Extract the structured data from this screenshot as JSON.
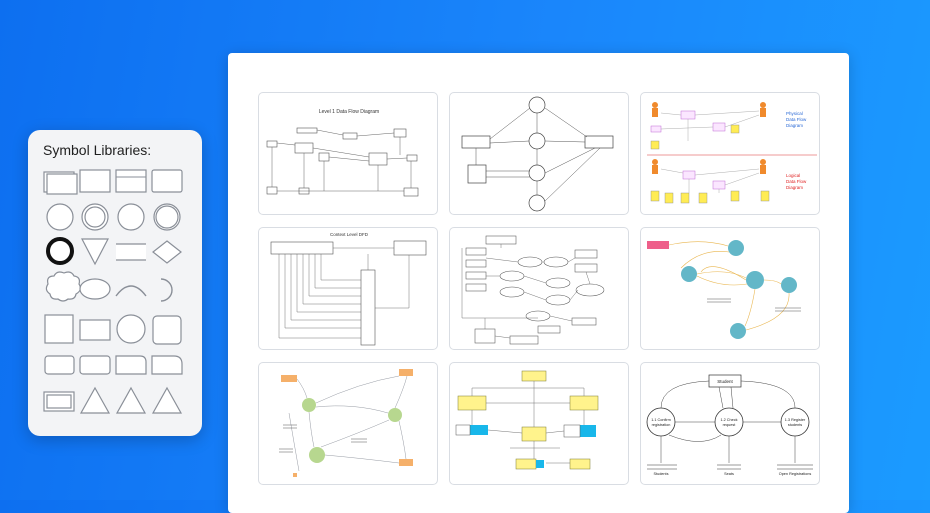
{
  "library": {
    "title": "Symbol Libraries:"
  },
  "templates": {
    "card1": {
      "title": "Level 1 Data Flow Diagram"
    },
    "card3": {
      "physical": "Physical\nData Flow\nDiagram",
      "logical": "Logical\nData Flow\nDiagram"
    },
    "card4": {
      "title": "Context Level DFD"
    },
    "card9": {
      "student": "Student",
      "p1": "1.1 Confirm\nregistration",
      "p2": "1.2 Check\nrequest",
      "p3": "1.3 Register\nstudents",
      "store1": "Students",
      "store2": "Seats",
      "store3": "Open Registrations"
    }
  },
  "colors": {
    "accent_blue": "#1a86fb",
    "physical_label": "#2b6ad6",
    "logical_label": "#e02424",
    "teal": "#63b7c8",
    "green": "#b7d78f",
    "orange": "#f5b06a",
    "yellow": "#fff38c",
    "cyan": "#18b7ea"
  }
}
